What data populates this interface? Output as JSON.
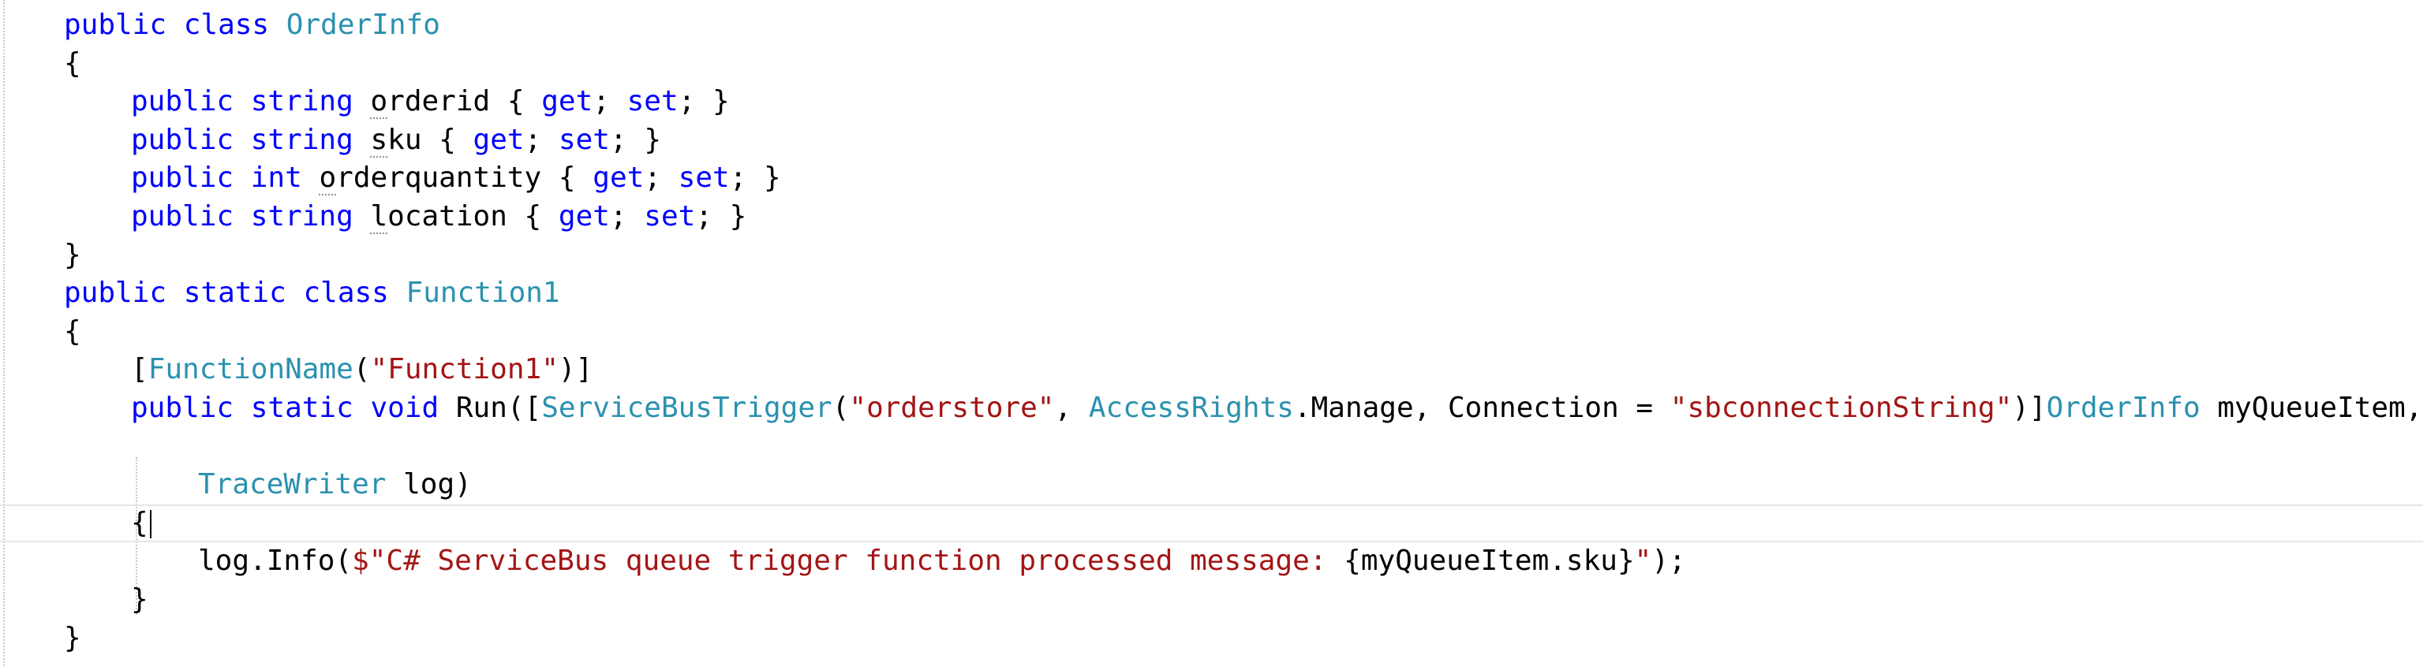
{
  "code": {
    "l1": {
      "kw1": "public",
      "kw2": "class",
      "cls": "OrderInfo"
    },
    "l2": {
      "brace": "{"
    },
    "l3": {
      "kw1": "public",
      "kw2": "string",
      "name_first": "o",
      "name_rest": "rderid",
      "body_open": " { ",
      "get": "get",
      "semi1": "; ",
      "set": "set",
      "body_close": "; }"
    },
    "l4": {
      "kw1": "public",
      "kw2": "string",
      "name_first": "s",
      "name_rest": "ku",
      "body_open": " { ",
      "get": "get",
      "semi1": "; ",
      "set": "set",
      "body_close": "; }"
    },
    "l5": {
      "kw1": "public",
      "kw2": "int",
      "name_first": "o",
      "name_rest": "rderquantity",
      "body_open": " { ",
      "get": "get",
      "semi1": "; ",
      "set": "set",
      "body_close": "; }"
    },
    "l6": {
      "kw1": "public",
      "kw2": "string",
      "name_first": "l",
      "name_rest": "ocation",
      "body_open": " { ",
      "get": "get",
      "semi1": "; ",
      "set": "set",
      "body_close": "; }"
    },
    "l7": {
      "brace": "}"
    },
    "l8": {
      "kw1": "public",
      "kw2": "static",
      "kw3": "class",
      "cls": "Function1"
    },
    "l9": {
      "brace": "{"
    },
    "l10": {
      "open": "[",
      "attr": "FunctionName",
      "paren_open": "(",
      "str": "\"Function1\"",
      "close": ")]"
    },
    "l11": {
      "kw1": "public",
      "kw2": "static",
      "kw3": "void",
      "method": "Run([",
      "trigger": "ServiceBusTrigger",
      "paren_open": "(",
      "queue": "\"orderstore\"",
      "comma1": ", ",
      "rights_type": "AccessRights",
      "rights_member": ".Manage, Connection = ",
      "conn": "\"sbconnectionString\"",
      "close": ")]",
      "param_type": "OrderInfo",
      "param_name": " myQueueItem,"
    },
    "l13": {
      "type": "TraceWriter",
      "rest": " log)"
    },
    "l14": {
      "brace": "{"
    },
    "l15": {
      "call": "log.Info(",
      "str": "$\"C# ServiceBus queue trigger function processed message: ",
      "interp": "{myQueueItem.sku}",
      "str_end": "\"",
      "end": ");"
    },
    "l16": {
      "brace": "}"
    },
    "l17": {
      "brace": "}"
    }
  },
  "colors": {
    "keyword": "#0000ff",
    "type": "#2b91af",
    "string": "#a31515",
    "text": "#000000",
    "background": "#ffffff"
  }
}
